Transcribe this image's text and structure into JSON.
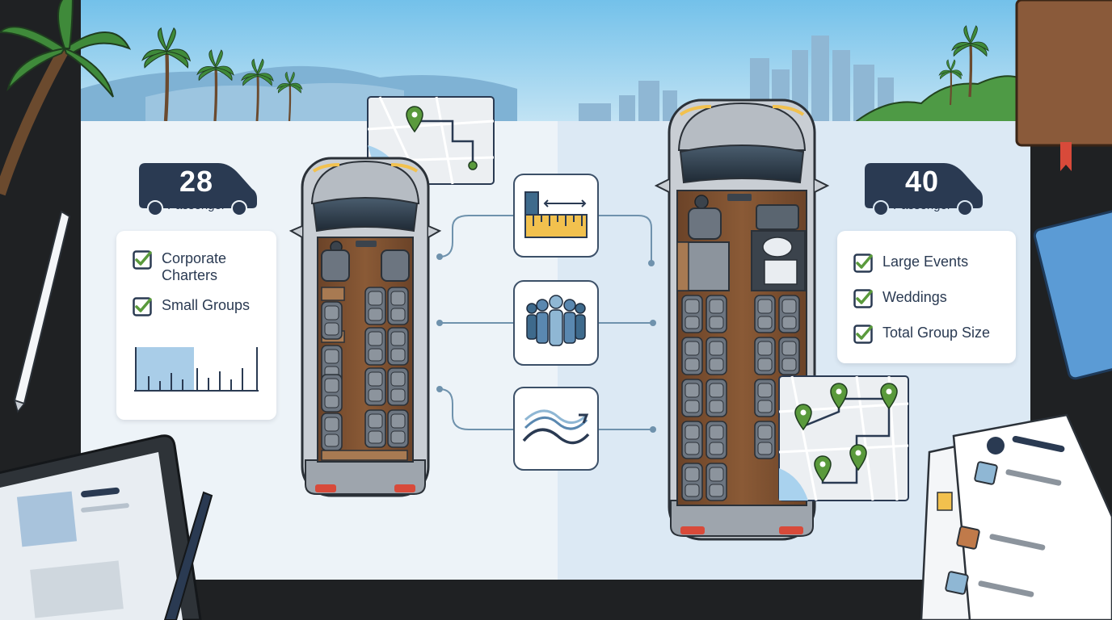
{
  "left_van": {
    "capacity": "28",
    "capacity_label": "Passenger",
    "uses": [
      "Corporate Charters",
      "Small Groups"
    ]
  },
  "right_van": {
    "capacity": "40",
    "capacity_label": "Passenger",
    "uses": [
      "Large Events",
      "Weddings",
      "Total Group Size"
    ]
  },
  "comparison_icons": [
    "ruler-icon",
    "people-group-icon",
    "route-flow-icon"
  ],
  "colors": {
    "navy": "#2a3a52",
    "check_green": "#5a9a3c",
    "sky": "#8ecae8",
    "panel": "#edf3f8",
    "wood": "#7a4e30",
    "seat": "#6c7580"
  }
}
